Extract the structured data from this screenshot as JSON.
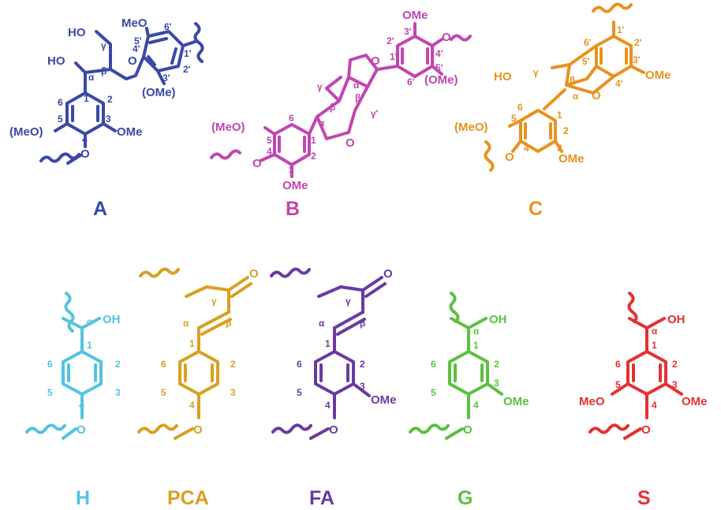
{
  "colors": {
    "A": "#3a48a8",
    "B": "#c046b0",
    "C": "#e8921e",
    "H": "#52c4e0",
    "PCA": "#d9a020",
    "FA": "#6a3aa0",
    "G": "#5cc040",
    "S": "#e53030"
  },
  "structures": {
    "A": {
      "label": "A",
      "atoms": {
        "ho_g": "HO",
        "ho_a": "HO",
        "meo_5p": "MeO",
        "ome_3p": "(OMe)",
        "o_4p": "O",
        "meo_5": "(MeO)",
        "ome_3": "OMe",
        "o_4": "O"
      },
      "positions": {
        "alpha": "α",
        "beta": "β",
        "gamma": "γ",
        "c1": "1",
        "c2": "2",
        "c3": "3",
        "c4": "4",
        "c5": "5",
        "c6": "6",
        "c1p": "1'",
        "c2p": "2'",
        "c3p": "3'",
        "c4p": "4'",
        "c5p": "5'",
        "c6p": "6'"
      }
    },
    "B": {
      "label": "B",
      "atoms": {
        "ome_top": "OMe",
        "o_4p": "O",
        "ome_5p": "(OMe)",
        "meo_5": "(MeO)",
        "o_4": "O",
        "ome_3": "OMe",
        "o_ring_top": "O",
        "o_ring_bot": "O"
      },
      "positions": {
        "alpha": "α",
        "beta": "β",
        "gamma": "γ",
        "alpha_p": "α'",
        "beta_p": "β'",
        "gamma_p": "γ'",
        "c1": "1",
        "c2": "2",
        "c3": "3",
        "c4": "4",
        "c5": "5",
        "c6": "6",
        "c1p": "1'",
        "c2p": "2'",
        "c3p": "3'",
        "c4p": "4'",
        "c5p": "5'",
        "c6p": "6'"
      }
    },
    "C": {
      "label": "C",
      "atoms": {
        "ho_g": "HO",
        "o_ring": "O",
        "ome_3p": "OMe",
        "meo_5": "(MeO)",
        "o_4": "O",
        "ome_3": "OMe"
      },
      "positions": {
        "alpha": "α",
        "beta": "β",
        "gamma": "γ",
        "c1": "1",
        "c2": "2",
        "c3": "3",
        "c4": "4",
        "c5": "5",
        "c6": "6",
        "c1p": "1'",
        "c2p": "2'",
        "c3p": "3'",
        "c4p": "4'",
        "c5p": "5'",
        "c6p": "6'"
      }
    },
    "H": {
      "label": "H",
      "atoms": {
        "oh": "OH",
        "o_4": "O"
      },
      "positions": {
        "alpha": "α",
        "c1": "1",
        "c2": "2",
        "c3": "3",
        "c4": "4",
        "c5": "5",
        "c6": "6"
      }
    },
    "PCA": {
      "label": "PCA",
      "atoms": {
        "o_keto": "O",
        "o_4": "O"
      },
      "positions": {
        "alpha": "α",
        "beta": "β",
        "gamma": "γ",
        "c1": "1",
        "c2": "2",
        "c3": "3",
        "c4": "4",
        "c5": "5",
        "c6": "6"
      }
    },
    "FA": {
      "label": "FA",
      "atoms": {
        "o_keto": "O",
        "ome_3": "OMe",
        "o_4": "O"
      },
      "positions": {
        "alpha": "α",
        "beta": "β",
        "gamma": "γ",
        "c1": "1",
        "c2": "2",
        "c3": "3",
        "c4": "4",
        "c5": "5",
        "c6": "6"
      }
    },
    "G": {
      "label": "G",
      "atoms": {
        "oh": "OH",
        "ome_3": "OMe",
        "o_4": "O"
      },
      "positions": {
        "alpha": "α",
        "c1": "1",
        "c2": "2",
        "c3": "3",
        "c4": "4",
        "c5": "5",
        "c6": "6"
      }
    },
    "S": {
      "label": "S",
      "atoms": {
        "oh": "OH",
        "meo_5": "MeO",
        "ome_3": "OMe",
        "o_4": "O"
      },
      "positions": {
        "alpha": "α",
        "c1": "1",
        "c2": "2",
        "c3": "3",
        "c4": "4",
        "c5": "5",
        "c6": "6"
      }
    }
  }
}
